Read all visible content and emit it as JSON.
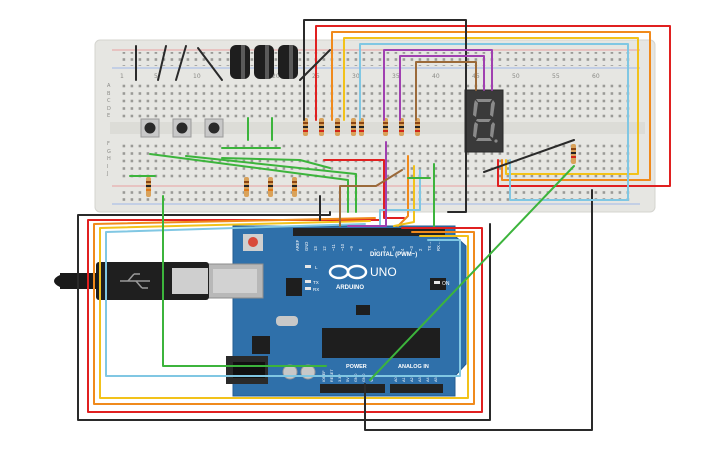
{
  "colors": {
    "breadboard": "#e7e7e3",
    "arduino_board": "#2e6ea8",
    "arduino_board_dark": "#205a8e",
    "wire_red": "#e02020",
    "wire_orange": "#f08a1c",
    "wire_yellow": "#f2c21a",
    "wire_blue": "#80c7e3",
    "wire_green": "#3cb43c",
    "wire_purple": "#a040b0",
    "wire_brown": "#9b6a3a",
    "wire_black": "#2a2a2a",
    "segment_on": "#3a3a3a"
  },
  "breadboard": {
    "col_numbers": [
      "1",
      "5",
      "10",
      "15",
      "20",
      "25",
      "30",
      "35",
      "40",
      "45",
      "50",
      "55",
      "60"
    ],
    "row_letters_top": [
      "A",
      "B",
      "C",
      "D",
      "E"
    ],
    "row_letters_bottom": [
      "F",
      "G",
      "H",
      "I",
      "J"
    ]
  },
  "arduino": {
    "logo_text": "ARDUINO",
    "model_text": "UNO",
    "digital_label": "DIGITAL (PWM~)",
    "power_label": "POWER",
    "analog_label": "ANALOG IN",
    "on_label": "ON",
    "tx_label": "TX",
    "rx_label": "RX",
    "l_label": "L",
    "digital_pins": [
      "AREF",
      "GND",
      "13",
      "12",
      "~11",
      "~10",
      "~9",
      "8",
      "7",
      "~6",
      "~5",
      "4",
      "~3",
      "2",
      "TX→1",
      "RX←0"
    ],
    "power_pins": [
      "IOREF",
      "RESET",
      "3.3V",
      "5V",
      "GND",
      "GND",
      "Vin"
    ],
    "analog_pins": [
      "A0",
      "A1",
      "A2",
      "A3",
      "A4",
      "A5"
    ]
  },
  "display": {
    "digit": "8"
  },
  "usb_label": ""
}
